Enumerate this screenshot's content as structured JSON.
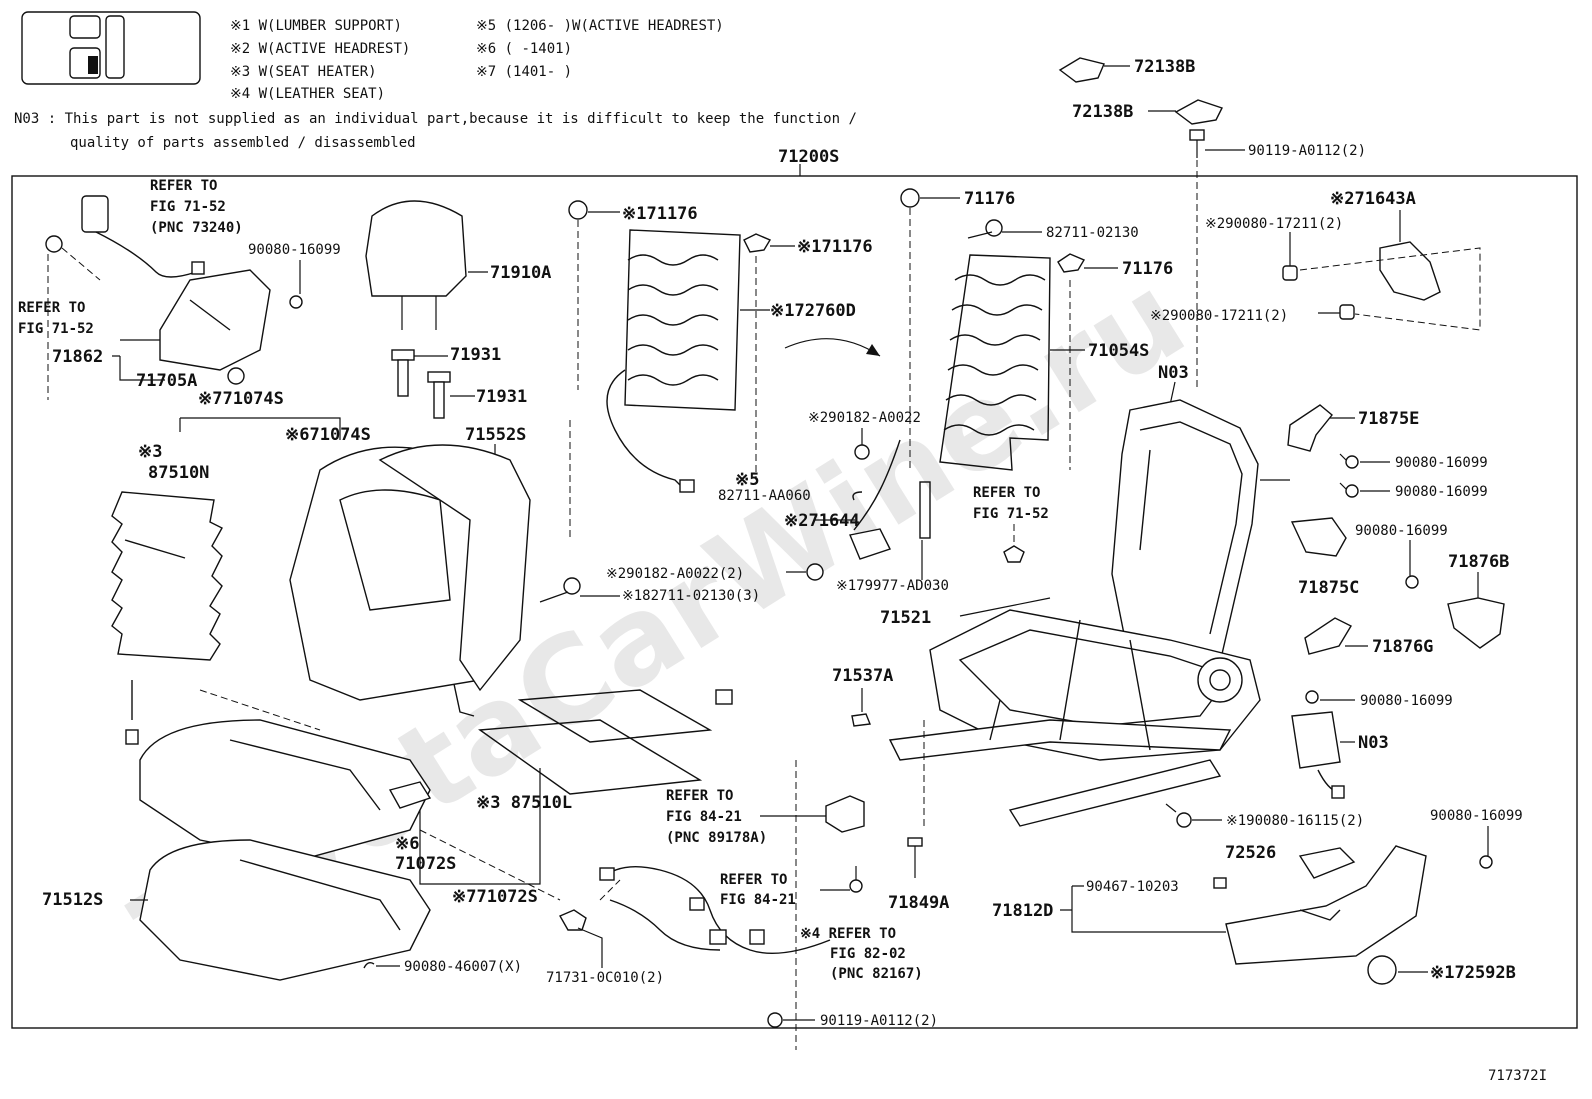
{
  "header": {
    "notes_left": [
      "※1 W(LUMBER SUPPORT)",
      "※2 W(ACTIVE HEADREST)",
      "※3 W(SEAT HEATER)",
      "※4 W(LEATHER SEAT)"
    ],
    "notes_right": [
      "※5 (1206-      )W(ACTIVE HEADREST)",
      "※6 (      -1401)",
      "※7 (1401-      )"
    ],
    "n03_line1": "N03 : This part is not supplied as an individual part,because it is difficult to keep the function /",
    "n03_line2": "quality of parts assembled / disassembled"
  },
  "watermark": "ToyotaCarWine.ru",
  "figure_id": "717372I",
  "labels": {
    "p72138B_a": "72138B",
    "p72138B_b": "72138B",
    "p90119_top": "90119-A0112(2)",
    "p71200S": "71200S",
    "p71643A": "※271643A",
    "p90080_17211_a": "※290080-17211(2)",
    "p90080_17211_b": "※290080-17211(2)",
    "p71176_r1": "71176",
    "p82711_02130": "82711-02130",
    "p71176_r2": "71176",
    "p71054S": "71054S",
    "pN03_top": "N03",
    "p71875E": "71875E",
    "p90080_16099_r1": "90080-16099",
    "p90080_16099_r2": "90080-16099",
    "p90080_16099_r3": "90080-16099",
    "p71876B": "71876B",
    "p71875C": "71875C",
    "p71876G": "71876G",
    "p90080_16099_r4": "90080-16099",
    "pN03_bot": "N03",
    "p90080_16099_r5": "90080-16099",
    "p90080_16115": "※190080-16115(2)",
    "p72526": "72526",
    "p90467": "90467-10203",
    "p71812D": "71812D",
    "p72592B": "※172592B",
    "p71176_m1": "※171176",
    "p71176_m2": "※171176",
    "p72760D": "※172760D",
    "p82711_AA060_note": "※5",
    "p82711_AA060": "82711-AA060",
    "p90182_a": "※290182-A0022",
    "p71644": "※271644",
    "p90182_b": "※290182-A0022(2)",
    "p82711_02130_3": "※182711-02130(3)",
    "p79977": "※179977-AD030",
    "p71521": "71521",
    "p71537A": "71537A",
    "p71849A": "71849A",
    "p71731": "71731-0C010(2)",
    "p90119_bot": "90119-A0112(2)",
    "p90080_16099_l": "90080-16099",
    "p71910A": "71910A",
    "p71931_a": "71931",
    "p71931_b": "71931",
    "p71862": "71862",
    "p71705A": "71705A",
    "p71074S_7": "※771074S",
    "p71074S_6": "※671074S",
    "p71552S": "71552S",
    "p87510N_note": "※3",
    "p87510N": "87510N",
    "p87510L": "※3 87510L",
    "p71072S_6_note": "※6",
    "p71072S_6": "71072S",
    "p71072S_7": "※771072S",
    "p71512S": "71512S",
    "p90080_46007": "90080-46007(X)"
  },
  "refs": {
    "r71_52_top": [
      "REFER TO",
      "FIG 71-52",
      "(PNC 73240)"
    ],
    "r71_52_left": [
      "REFER TO",
      "FIG 71-52"
    ],
    "r71_52_mid": [
      "REFER TO",
      "FIG 71-52"
    ],
    "r84_21_a": [
      "REFER TO",
      "FIG 84-21",
      "(PNC 89178A)"
    ],
    "r84_21_b": [
      "REFER TO",
      "FIG 84-21"
    ],
    "r82_02": [
      "※4 REFER TO",
      "FIG 82-02",
      "(PNC 82167)"
    ]
  }
}
